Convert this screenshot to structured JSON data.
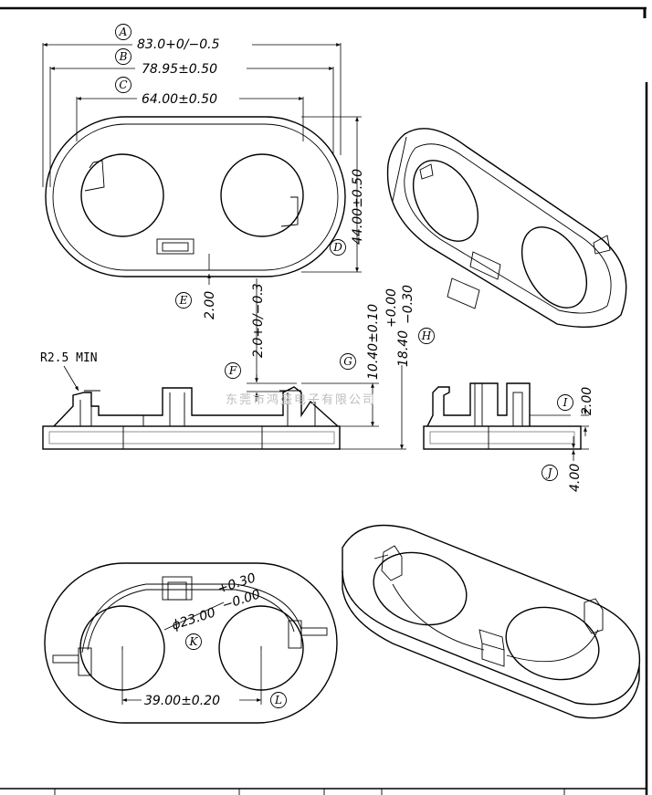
{
  "dimensions": {
    "A": {
      "letter": "A",
      "value": "83.0+0/−0.5"
    },
    "B": {
      "letter": "B",
      "value": "78.95±0.50"
    },
    "C": {
      "letter": "C",
      "value": "64.00±0.50"
    },
    "D": {
      "letter": "D",
      "value": "44.00±0.50"
    },
    "E": {
      "letter": "E",
      "value": "2.00"
    },
    "F": {
      "letter": "F",
      "value": "2.0+0/−0.3"
    },
    "G": {
      "letter": "G",
      "value": "10.40±0.10"
    },
    "H": {
      "letter": "H",
      "value": "18.40",
      "tol_upper": "+0.00",
      "tol_lower": "−0.30"
    },
    "I": {
      "letter": "I",
      "value": "2.00"
    },
    "J": {
      "letter": "J",
      "value": "4.00"
    },
    "K": {
      "letter": "K",
      "value": "ϕ23.00",
      "tol_upper": "+0.30",
      "tol_lower": "−0.00"
    },
    "L": {
      "letter": "L",
      "value": "39.00±0.20"
    }
  },
  "radius_note": "R2.5 MIN",
  "watermark": "东莞市鸿盛电子有限公司"
}
